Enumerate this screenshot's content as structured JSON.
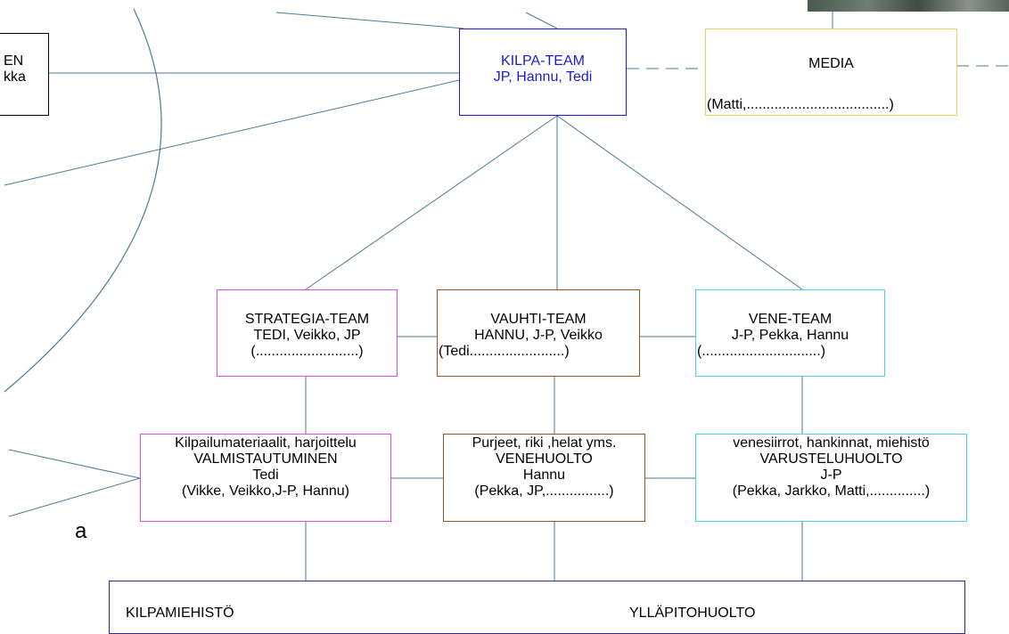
{
  "colors": {
    "blue": "#1b1bd6",
    "yellow": "#e8d25a",
    "magenta": "#e64ae6",
    "brown": "#a0521c",
    "cyan": "#4ad3e6",
    "navy": "#2a2a9a",
    "line": "#4e7a95",
    "dark": "#000000"
  },
  "left_box": {
    "line1": "EN",
    "line2": "kka"
  },
  "kilpa": {
    "line1": "KILPA-TEAM",
    "line2": "JP, Hannu, Tedi"
  },
  "media": {
    "title": "MEDIA",
    "note": "(Matti,....................................)"
  },
  "strategia": {
    "line1": "STRATEGIA-TEAM",
    "line2": "TEDI, Veikko, JP",
    "line3": "(..........................)"
  },
  "vauhti": {
    "line1": "VAUHTI-TEAM",
    "line2": "HANNU, J-P, Veikko",
    "line3": "(Tedi........................)"
  },
  "vene": {
    "line1": "VENE-TEAM",
    "line2": "J-P, Pekka, Hannu",
    "line3": "(..............................)"
  },
  "valmistautuminen": {
    "line1": "Kilpailumateriaalit, harjoittelu",
    "line2": "VALMISTAUTUMINEN",
    "line3": "Tedi",
    "line4": "(Vikke, Veikko,J-P, Hannu)"
  },
  "venehuolto": {
    "line1": "Purjeet, riki ,helat yms.",
    "line2": "VENEHUOLTO",
    "line3": "Hannu",
    "line4": "(Pekka, JP,................)"
  },
  "varustelu": {
    "line1": "venesiirrot, hankinnat, miehistö",
    "line2": "VARUSTELUHUOLTO",
    "line3": "J-P",
    "line4": "(Pekka, Jarkko, Matti,..............)"
  },
  "bottom": {
    "left": "KILPAMIEHISTÖ",
    "right": "YLLÄPITOHUOLTO"
  },
  "stray_text": "a"
}
